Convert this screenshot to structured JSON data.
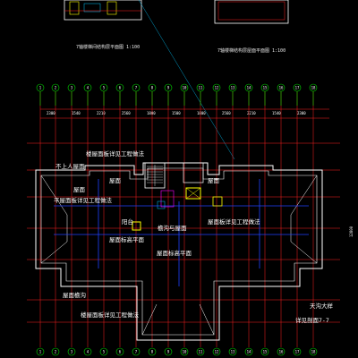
{
  "captions": {
    "left_detail": "7轴楼梯间结构层平面图 1:100",
    "right_detail": "7轴楼梯结构层屋面平面图 1:100"
  },
  "annotations": {
    "upper_structure_floor": "楼屋面板详见工程做法",
    "floor_layer_left": "不上人屋面",
    "upper_roof": "屋面",
    "living_roof": "屋面",
    "roof_board_slab": "平屋面板详见工程做法",
    "roof_label_mid": "屋面",
    "balcony": "阳台",
    "edge_zone": "檐沟与屋面",
    "room_c": "屋面标高平面",
    "main_roof": "屋面标高平面",
    "lower_structure": "屋面板详见工程做法",
    "left_eave": "屋面檐沟",
    "bottom_note": "楼屋面板详见工程做法",
    "right_eave": "天沟大样",
    "section": "详见剖面7-7"
  },
  "colors": {
    "background": "#000000",
    "grid_line": "#ff2020",
    "axis_line": "#00e000",
    "outline": "#ffffff",
    "blue_line": "#2040ff",
    "cyan_line": "#00c8ff",
    "yellow": "#ffff00",
    "magenta": "#ff00ff"
  },
  "axis_labels": {
    "top": [
      "1",
      "2",
      "3",
      "4",
      "5",
      "6",
      "7",
      "8",
      "9",
      "10",
      "11",
      "12",
      "13",
      "14",
      "15",
      "16",
      "17",
      "18"
    ],
    "bottom": [
      "1",
      "2",
      "3",
      "4",
      "5",
      "6",
      "7",
      "8",
      "9",
      "10",
      "11",
      "12",
      "13",
      "14",
      "15",
      "16",
      "17",
      "18"
    ]
  },
  "dimensions": {
    "top_row": [
      "2300",
      "1540",
      "2210",
      "2560",
      "1800",
      "1500",
      "1800",
      "2560",
      "2210",
      "1540",
      "2300"
    ],
    "right_side": "12800"
  }
}
